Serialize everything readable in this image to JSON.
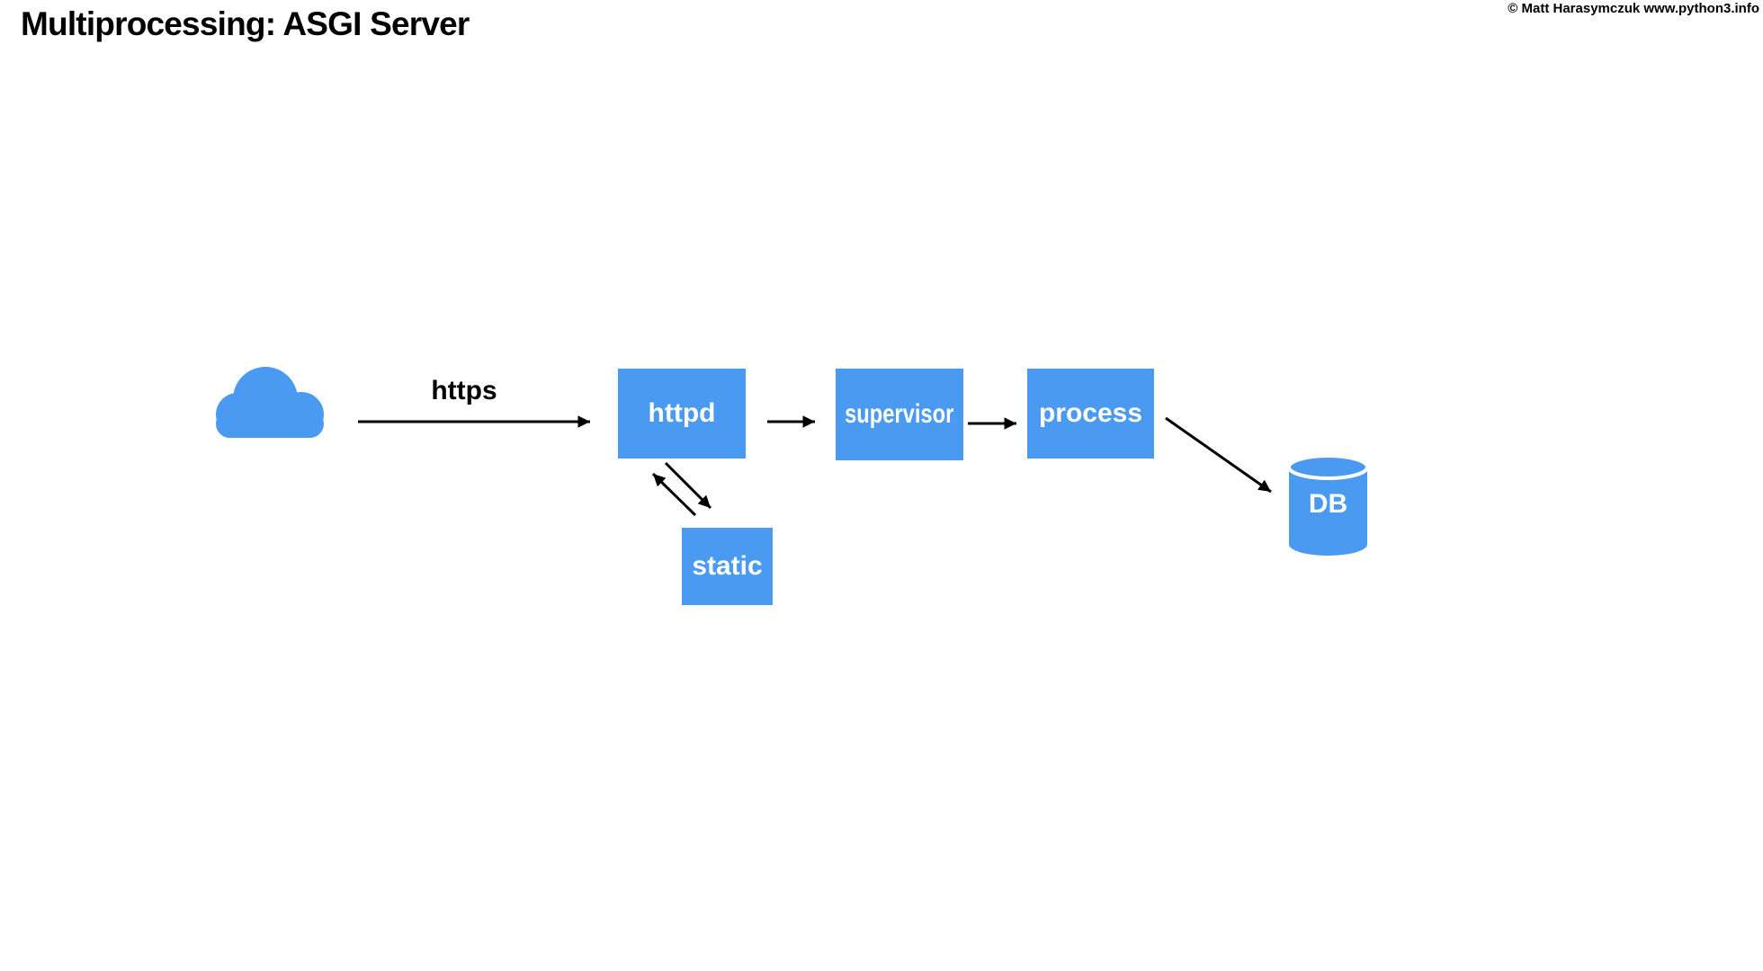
{
  "header": {
    "title": "Multiprocessing: ASGI Server",
    "copyright": "© Matt Harasymczuk www.python3.info"
  },
  "colors": {
    "node_fill": "#4a9af2",
    "node_text": "#ffffff",
    "edge": "#000000"
  },
  "diagram": {
    "nodes": {
      "cloud": {
        "shape": "cloud",
        "label": ""
      },
      "httpd": {
        "shape": "box",
        "label": "httpd"
      },
      "supervisor": {
        "shape": "box",
        "label": "supervisor"
      },
      "process": {
        "shape": "box",
        "label": "process"
      },
      "static": {
        "shape": "box",
        "label": "static"
      },
      "db": {
        "shape": "cylinder",
        "label": "DB"
      }
    },
    "edges": [
      {
        "from": "cloud",
        "to": "httpd",
        "label": "https",
        "arrows": "forward"
      },
      {
        "from": "httpd",
        "to": "supervisor",
        "label": "",
        "arrows": "forward"
      },
      {
        "from": "supervisor",
        "to": "process",
        "label": "",
        "arrows": "forward"
      },
      {
        "from": "process",
        "to": "db",
        "label": "",
        "arrows": "forward"
      },
      {
        "from": "httpd",
        "to": "static",
        "label": "",
        "arrows": "both"
      }
    ]
  }
}
